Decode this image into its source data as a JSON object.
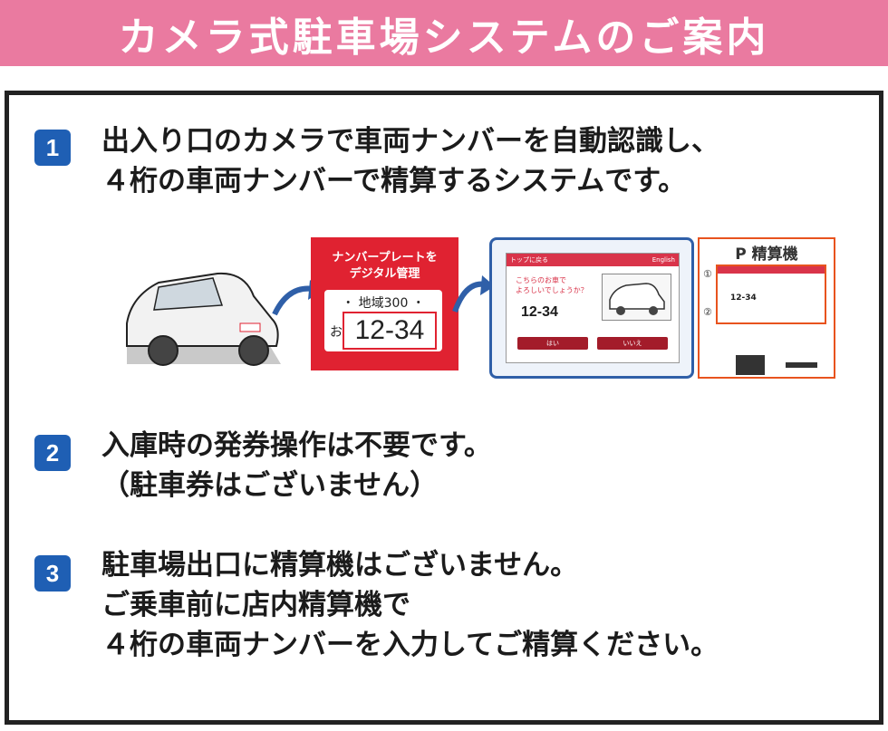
{
  "header": {
    "title": "カメラ式駐車場システムのご案内",
    "bg_color": "#ea7aa0"
  },
  "steps": [
    {
      "badge": "1",
      "lines": [
        "出入り口のカメラで車両ナンバーを自動認識し、",
        "４桁の車両ナンバーで精算するシステムです。"
      ]
    },
    {
      "badge": "2",
      "lines": [
        "入庫時の発券操作は不要です。",
        "（駐車券はございません）"
      ]
    },
    {
      "badge": "3",
      "lines": [
        "駐車場出口に精算機はございません。",
        "ご乗車前に店内精算機で",
        "４桁の車両ナンバーを入力してご精算ください。"
      ]
    }
  ],
  "illustration": {
    "plate_caption": [
      "ナンバープレートを",
      "デジタル管理"
    ],
    "plate_region": "・ 地域300 ・",
    "plate_kana": "お",
    "plate_number": "12-34",
    "screen": {
      "top_label": "トップに戻る",
      "lang_label": "English",
      "question": [
        "こちらのお車で",
        "よろしいでしょうか？"
      ],
      "number": "12-34",
      "yes": "はい",
      "no": "いいえ"
    },
    "machine": {
      "title": "P 精算機",
      "step1": "①",
      "step2": "②",
      "number": "12-34"
    }
  },
  "colors": {
    "badge": "#1f5fb4",
    "plate_panel": "#e02231",
    "screen_border": "#2f5fa8",
    "machine_border": "#e8531e"
  }
}
